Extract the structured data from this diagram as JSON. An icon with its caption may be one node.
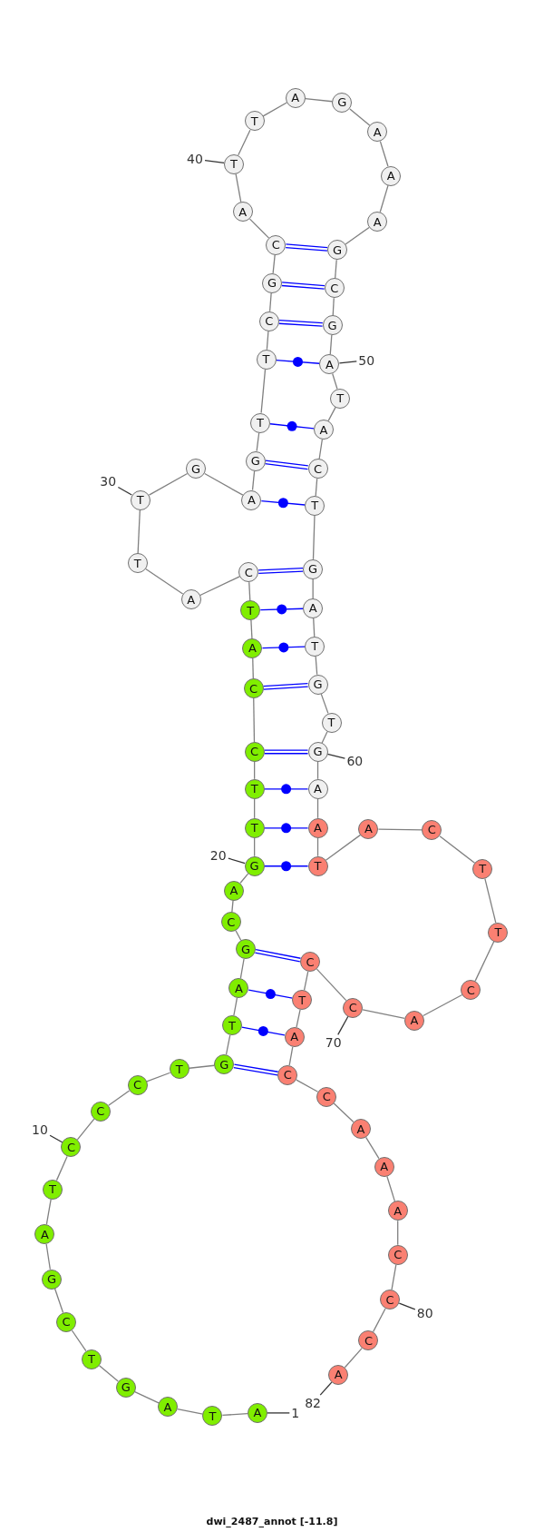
{
  "diagram": {
    "caption": "dwi_2487_annot [-11.8]",
    "nodes": [
      {
        "text": [
          "A"
        ]
      },
      {
        "text": [
          "T"
        ]
      },
      {
        "text": [
          "A"
        ]
      },
      {
        "text": [
          "G"
        ]
      },
      {
        "text": [
          "T"
        ]
      },
      {
        "text": [
          "C"
        ]
      },
      {
        "text": [
          "G"
        ]
      },
      {
        "text": [
          "A"
        ]
      },
      {
        "text": [
          "T"
        ]
      },
      {
        "text": [
          "C"
        ]
      },
      {
        "text": [
          "C"
        ]
      },
      {
        "text": [
          "C"
        ]
      },
      {
        "text": [
          "T"
        ]
      },
      {
        "text": [
          "G"
        ]
      },
      {
        "text": [
          "T"
        ]
      },
      {
        "text": [
          "A"
        ]
      },
      {
        "text": [
          "G"
        ]
      },
      {
        "text": [
          "C"
        ]
      },
      {
        "text": [
          "A"
        ]
      },
      {
        "text": [
          "G"
        ]
      },
      {
        "text": [
          "T"
        ]
      },
      {
        "text": [
          "T"
        ]
      },
      {
        "text": [
          "C"
        ]
      },
      {
        "text": [
          "C"
        ]
      },
      {
        "text": [
          "A"
        ]
      },
      {
        "text": [
          "T"
        ]
      },
      {
        "text": [
          "C"
        ]
      },
      {
        "text": [
          "A"
        ]
      },
      {
        "text": [
          "T"
        ]
      },
      {
        "text": [
          "T"
        ]
      },
      {
        "text": [
          "G"
        ]
      },
      {
        "text": [
          "A"
        ]
      },
      {
        "text": [
          "G"
        ]
      },
      {
        "text": [
          "T"
        ]
      },
      {
        "text": [
          "T"
        ]
      },
      {
        "text": [
          "C"
        ]
      },
      {
        "text": [
          "G"
        ]
      },
      {
        "text": [
          "C"
        ]
      },
      {
        "text": [
          "A"
        ]
      },
      {
        "text": [
          "T"
        ]
      },
      {
        "text": [
          "T"
        ]
      },
      {
        "text": [
          "A"
        ]
      },
      {
        "text": [
          "G"
        ]
      },
      {
        "text": [
          "A"
        ]
      },
      {
        "text": [
          "A"
        ]
      },
      {
        "text": [
          "A"
        ]
      },
      {
        "text": [
          "G"
        ]
      },
      {
        "text": [
          "C"
        ]
      },
      {
        "text": [
          "G"
        ]
      },
      {
        "text": [
          "A"
        ]
      },
      {
        "text": [
          "T"
        ]
      },
      {
        "text": [
          "A"
        ]
      },
      {
        "text": [
          "C"
        ]
      },
      {
        "text": [
          "T"
        ]
      },
      {
        "text": [
          "G"
        ]
      },
      {
        "text": [
          "A"
        ]
      },
      {
        "text": [
          "T"
        ]
      },
      {
        "text": [
          "G"
        ]
      },
      {
        "text": [
          "T"
        ]
      },
      {
        "text": [
          "G"
        ]
      },
      {
        "text": [
          "A"
        ]
      },
      {
        "text": [
          "A"
        ]
      },
      {
        "text": [
          "T"
        ]
      },
      {
        "text": [
          "A"
        ]
      },
      {
        "text": [
          "C"
        ]
      },
      {
        "text": [
          "T"
        ]
      },
      {
        "text": [
          "T"
        ]
      },
      {
        "text": [
          "C"
        ]
      },
      {
        "text": [
          "A"
        ]
      },
      {
        "text": [
          "C"
        ]
      },
      {
        "text": [
          "C"
        ]
      },
      {
        "text": [
          "T"
        ]
      },
      {
        "text": [
          "A"
        ]
      },
      {
        "text": [
          "C"
        ]
      },
      {
        "text": [
          "C"
        ]
      },
      {
        "text": [
          "A"
        ]
      },
      {
        "text": [
          "A"
        ]
      },
      {
        "text": [
          "A"
        ]
      },
      {
        "text": [
          "C"
        ]
      },
      {
        "text": [
          "C"
        ]
      },
      {
        "text": [
          "C"
        ]
      },
      {
        "text": [
          "A"
        ]
      },
      {
        "text": [
          "1"
        ]
      },
      {
        "text": [
          "10"
        ]
      },
      {
        "text": [
          "20"
        ]
      },
      {
        "text": [
          "30"
        ]
      },
      {
        "text": [
          "40"
        ]
      },
      {
        "text": [
          "50"
        ]
      },
      {
        "text": [
          "60"
        ]
      },
      {
        "text": [
          "70"
        ]
      },
      {
        "text": [
          "80"
        ]
      },
      {
        "text": [
          "82"
        ]
      }
    ],
    "edges": [
      {
        "from": 0,
        "to": 1,
        "arrow": "none"
      },
      {
        "from": 1,
        "to": 2,
        "arrow": "none"
      },
      {
        "from": 2,
        "to": 3,
        "arrow": "none"
      },
      {
        "from": 3,
        "to": 4,
        "arrow": "none"
      },
      {
        "from": 4,
        "to": 5,
        "arrow": "none"
      },
      {
        "from": 5,
        "to": 6,
        "arrow": "none"
      },
      {
        "from": 6,
        "to": 7,
        "arrow": "none"
      },
      {
        "from": 7,
        "to": 8,
        "arrow": "none"
      },
      {
        "from": 8,
        "to": 9,
        "arrow": "none"
      },
      {
        "from": 9,
        "to": 10,
        "arrow": "none"
      },
      {
        "from": 10,
        "to": 11,
        "arrow": "none"
      },
      {
        "from": 11,
        "to": 12,
        "arrow": "none"
      },
      {
        "from": 12,
        "to": 13,
        "arrow": "none"
      },
      {
        "from": 13,
        "to": 14,
        "arrow": "none"
      },
      {
        "from": 14,
        "to": 15,
        "arrow": "none"
      },
      {
        "from": 15,
        "to": 16,
        "arrow": "none"
      },
      {
        "from": 16,
        "to": 17,
        "arrow": "none"
      },
      {
        "from": 17,
        "to": 18,
        "arrow": "none"
      },
      {
        "from": 18,
        "to": 19,
        "arrow": "none"
      },
      {
        "from": 19,
        "to": 20,
        "arrow": "none"
      },
      {
        "from": 20,
        "to": 21,
        "arrow": "none"
      },
      {
        "from": 21,
        "to": 22,
        "arrow": "none"
      },
      {
        "from": 22,
        "to": 23,
        "arrow": "none"
      },
      {
        "from": 23,
        "to": 24,
        "arrow": "none"
      },
      {
        "from": 24,
        "to": 25,
        "arrow": "none"
      },
      {
        "from": 25,
        "to": 26,
        "arrow": "none"
      },
      {
        "from": 26,
        "to": 27,
        "arrow": "none"
      },
      {
        "from": 27,
        "to": 28,
        "arrow": "none"
      },
      {
        "from": 28,
        "to": 29,
        "arrow": "none"
      },
      {
        "from": 29,
        "to": 30,
        "arrow": "none"
      },
      {
        "from": 30,
        "to": 31,
        "arrow": "none"
      },
      {
        "from": 31,
        "to": 32,
        "arrow": "none"
      },
      {
        "from": 32,
        "to": 33,
        "arrow": "none"
      },
      {
        "from": 33,
        "to": 34,
        "arrow": "none"
      },
      {
        "from": 34,
        "to": 35,
        "arrow": "none"
      },
      {
        "from": 35,
        "to": 36,
        "arrow": "none"
      },
      {
        "from": 36,
        "to": 37,
        "arrow": "none"
      },
      {
        "from": 37,
        "to": 38,
        "arrow": "none"
      },
      {
        "from": 38,
        "to": 39,
        "arrow": "none"
      },
      {
        "from": 39,
        "to": 40,
        "arrow": "none"
      },
      {
        "from": 40,
        "to": 41,
        "arrow": "none"
      },
      {
        "from": 41,
        "to": 42,
        "arrow": "none"
      },
      {
        "from": 42,
        "to": 43,
        "arrow": "none"
      },
      {
        "from": 43,
        "to": 44,
        "arrow": "none"
      },
      {
        "from": 44,
        "to": 45,
        "arrow": "none"
      },
      {
        "from": 45,
        "to": 46,
        "arrow": "none"
      },
      {
        "from": 46,
        "to": 47,
        "arrow": "none"
      },
      {
        "from": 47,
        "to": 48,
        "arrow": "none"
      },
      {
        "from": 48,
        "to": 49,
        "arrow": "none"
      },
      {
        "from": 49,
        "to": 50,
        "arrow": "none"
      },
      {
        "from": 50,
        "to": 51,
        "arrow": "none"
      },
      {
        "from": 51,
        "to": 52,
        "arrow": "none"
      },
      {
        "from": 52,
        "to": 53,
        "arrow": "none"
      },
      {
        "from": 53,
        "to": 54,
        "arrow": "none"
      },
      {
        "from": 54,
        "to": 55,
        "arrow": "none"
      },
      {
        "from": 55,
        "to": 56,
        "arrow": "none"
      },
      {
        "from": 56,
        "to": 57,
        "arrow": "none"
      },
      {
        "from": 57,
        "to": 58,
        "arrow": "none"
      },
      {
        "from": 58,
        "to": 59,
        "arrow": "none"
      },
      {
        "from": 59,
        "to": 60,
        "arrow": "none"
      },
      {
        "from": 60,
        "to": 61,
        "arrow": "none"
      },
      {
        "from": 61,
        "to": 62,
        "arrow": "none"
      },
      {
        "from": 62,
        "to": 63,
        "arrow": "none"
      },
      {
        "from": 63,
        "to": 64,
        "arrow": "none"
      },
      {
        "from": 64,
        "to": 65,
        "arrow": "none"
      },
      {
        "from": 65,
        "to": 66,
        "arrow": "none"
      },
      {
        "from": 66,
        "to": 67,
        "arrow": "none"
      },
      {
        "from": 67,
        "to": 68,
        "arrow": "none"
      },
      {
        "from": 68,
        "to": 69,
        "arrow": "none"
      },
      {
        "from": 69,
        "to": 70,
        "arrow": "none"
      },
      {
        "from": 70,
        "to": 71,
        "arrow": "none"
      },
      {
        "from": 71,
        "to": 72,
        "arrow": "none"
      },
      {
        "from": 72,
        "to": 73,
        "arrow": "none"
      },
      {
        "from": 73,
        "to": 74,
        "arrow": "none"
      },
      {
        "from": 74,
        "to": 75,
        "arrow": "none"
      },
      {
        "from": 75,
        "to": 76,
        "arrow": "none"
      },
      {
        "from": 76,
        "to": 77,
        "arrow": "none"
      },
      {
        "from": 77,
        "to": 78,
        "arrow": "none"
      },
      {
        "from": 78,
        "to": 79,
        "arrow": "none"
      },
      {
        "from": 79,
        "to": 80,
        "arrow": "none"
      },
      {
        "from": 80,
        "to": 81,
        "arrow": "none"
      },
      {
        "from": 13,
        "to": 73,
        "arrow": "none",
        "color": "#0000ff"
      },
      {
        "from": 14,
        "to": 72,
        "arrow": "none",
        "color": "#0000ff"
      },
      {
        "from": 15,
        "to": 71,
        "arrow": "none",
        "color": "#0000ff"
      },
      {
        "from": 16,
        "to": 70,
        "arrow": "none",
        "color": "#0000ff"
      },
      {
        "from": 19,
        "to": 62,
        "arrow": "none",
        "color": "#0000ff"
      },
      {
        "from": 20,
        "to": 61,
        "arrow": "none",
        "color": "#0000ff"
      },
      {
        "from": 21,
        "to": 60,
        "arrow": "none",
        "color": "#0000ff"
      },
      {
        "from": 22,
        "to": 59,
        "arrow": "none",
        "color": "#0000ff"
      },
      {
        "from": 23,
        "to": 57,
        "arrow": "none",
        "color": "#0000ff"
      },
      {
        "from": 24,
        "to": 56,
        "arrow": "none",
        "color": "#0000ff"
      },
      {
        "from": 25,
        "to": 55,
        "arrow": "none",
        "color": "#0000ff"
      },
      {
        "from": 26,
        "to": 54,
        "arrow": "none",
        "color": "#0000ff"
      },
      {
        "from": 31,
        "to": 53,
        "arrow": "none",
        "color": "#0000ff"
      },
      {
        "from": 32,
        "to": 52,
        "arrow": "none",
        "color": "#0000ff"
      },
      {
        "from": 33,
        "to": 51,
        "arrow": "none",
        "color": "#0000ff"
      },
      {
        "from": 34,
        "to": 49,
        "arrow": "none",
        "color": "#0000ff"
      },
      {
        "from": 35,
        "to": 48,
        "arrow": "none",
        "color": "#0000ff"
      },
      {
        "from": 36,
        "to": 47,
        "arrow": "none",
        "color": "#0000ff"
      },
      {
        "from": 37,
        "to": 46,
        "arrow": "none",
        "color": "#0000ff"
      },
      {
        "from": 82,
        "to": 0,
        "arrow": "none"
      },
      {
        "from": 83,
        "to": 9,
        "arrow": "none"
      },
      {
        "from": 84,
        "to": 19,
        "arrow": "none"
      },
      {
        "from": 85,
        "to": 29,
        "arrow": "none"
      },
      {
        "from": 86,
        "to": 39,
        "arrow": "none"
      },
      {
        "from": 87,
        "to": 49,
        "arrow": "none"
      },
      {
        "from": 88,
        "to": 59,
        "arrow": "none"
      },
      {
        "from": 89,
        "to": 69,
        "arrow": "none"
      },
      {
        "from": 90,
        "to": 79,
        "arrow": "none"
      },
      {
        "from": 91,
        "to": 81,
        "arrow": "none"
      }
    ]
  }
}
